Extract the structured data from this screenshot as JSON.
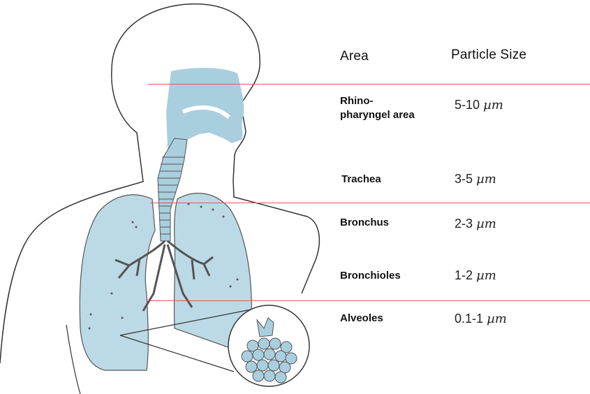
{
  "table": {
    "header_area": "Area",
    "header_size": "Particle Size",
    "rows": [
      {
        "area_line1": "Rhino-",
        "area_line2": "pharyngel area",
        "size_value": "5-10",
        "size_unit": "µm"
      },
      {
        "area": "Trachea",
        "size_value": "3-5",
        "size_unit": "µm"
      },
      {
        "area": "Bronchus",
        "size_value": "2-3",
        "size_unit": "µm"
      },
      {
        "area": "Bronchioles",
        "size_value": "1-2",
        "size_unit": "µm"
      },
      {
        "area": "Alveoles",
        "size_value": "0.1-1",
        "size_unit": "µm"
      }
    ]
  },
  "colors": {
    "airway_fill": "#a9cfdf",
    "lung_fill": "#bcd9e6",
    "outline": "#333333",
    "divider": "#e05a5a"
  }
}
